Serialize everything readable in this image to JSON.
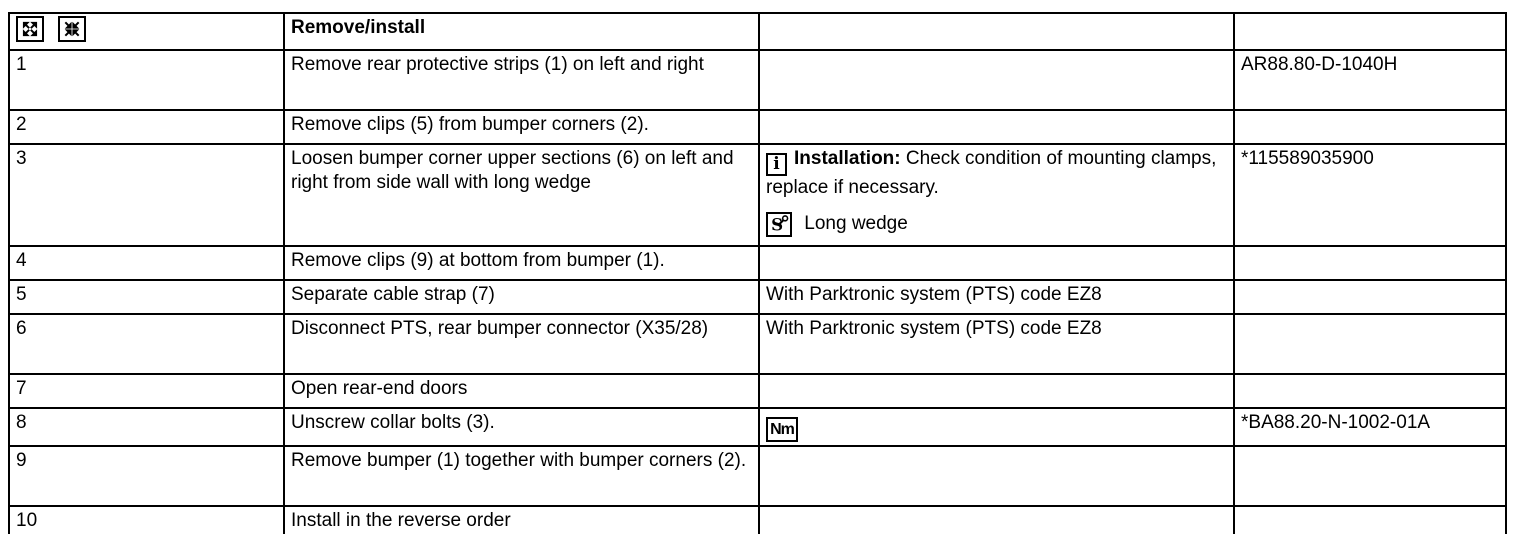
{
  "colors": {
    "border": "#000000",
    "text": "#000000",
    "background": "#ffffff"
  },
  "icons": {
    "header_icons": [
      "expand-all-icon",
      "collapse-all-icon"
    ],
    "info_glyph": "i",
    "tool_glyph": "S",
    "nm_label": "Nm"
  },
  "table": {
    "header": {
      "title": "Remove/install"
    },
    "rows": [
      {
        "num": "1",
        "desc": "Remove rear protective strips (1) on left and right",
        "note": "",
        "ref": "AR88.80-D-1040H"
      },
      {
        "num": "2",
        "desc": "Remove clips (5) from bumper corners (2).",
        "note": "",
        "ref": ""
      },
      {
        "num": "3",
        "desc": "Loosen bumper corner upper sections (6) on left and right from side wall with long wedge",
        "note_info_label": "Installation:",
        "note_info_text": "Check condition of mounting clamps, replace if necessary.",
        "note_tool_text": "Long wedge",
        "ref": "*115589035900"
      },
      {
        "num": "4",
        "desc": "Remove clips (9) at bottom from bumper (1).",
        "note": "",
        "ref": ""
      },
      {
        "num": "5",
        "desc": "Separate cable strap (7)",
        "note": "With Parktronic system (PTS) code EZ8",
        "ref": ""
      },
      {
        "num": "6",
        "desc": "Disconnect PTS, rear bumper connector (X35/28)",
        "note": "With Parktronic system (PTS) code EZ8",
        "ref": ""
      },
      {
        "num": "7",
        "desc": "Open rear-end doors",
        "note": "",
        "ref": ""
      },
      {
        "num": "8",
        "desc": "Unscrew collar bolts (3).",
        "note_icon_label": "Nm",
        "ref": "*BA88.20-N-1002-01A"
      },
      {
        "num": "9",
        "desc": "Remove bumper (1) together with bumper corners (2).",
        "note": "",
        "ref": ""
      },
      {
        "num": "10",
        "desc": "Install in the reverse order",
        "note": "",
        "ref": ""
      }
    ]
  }
}
